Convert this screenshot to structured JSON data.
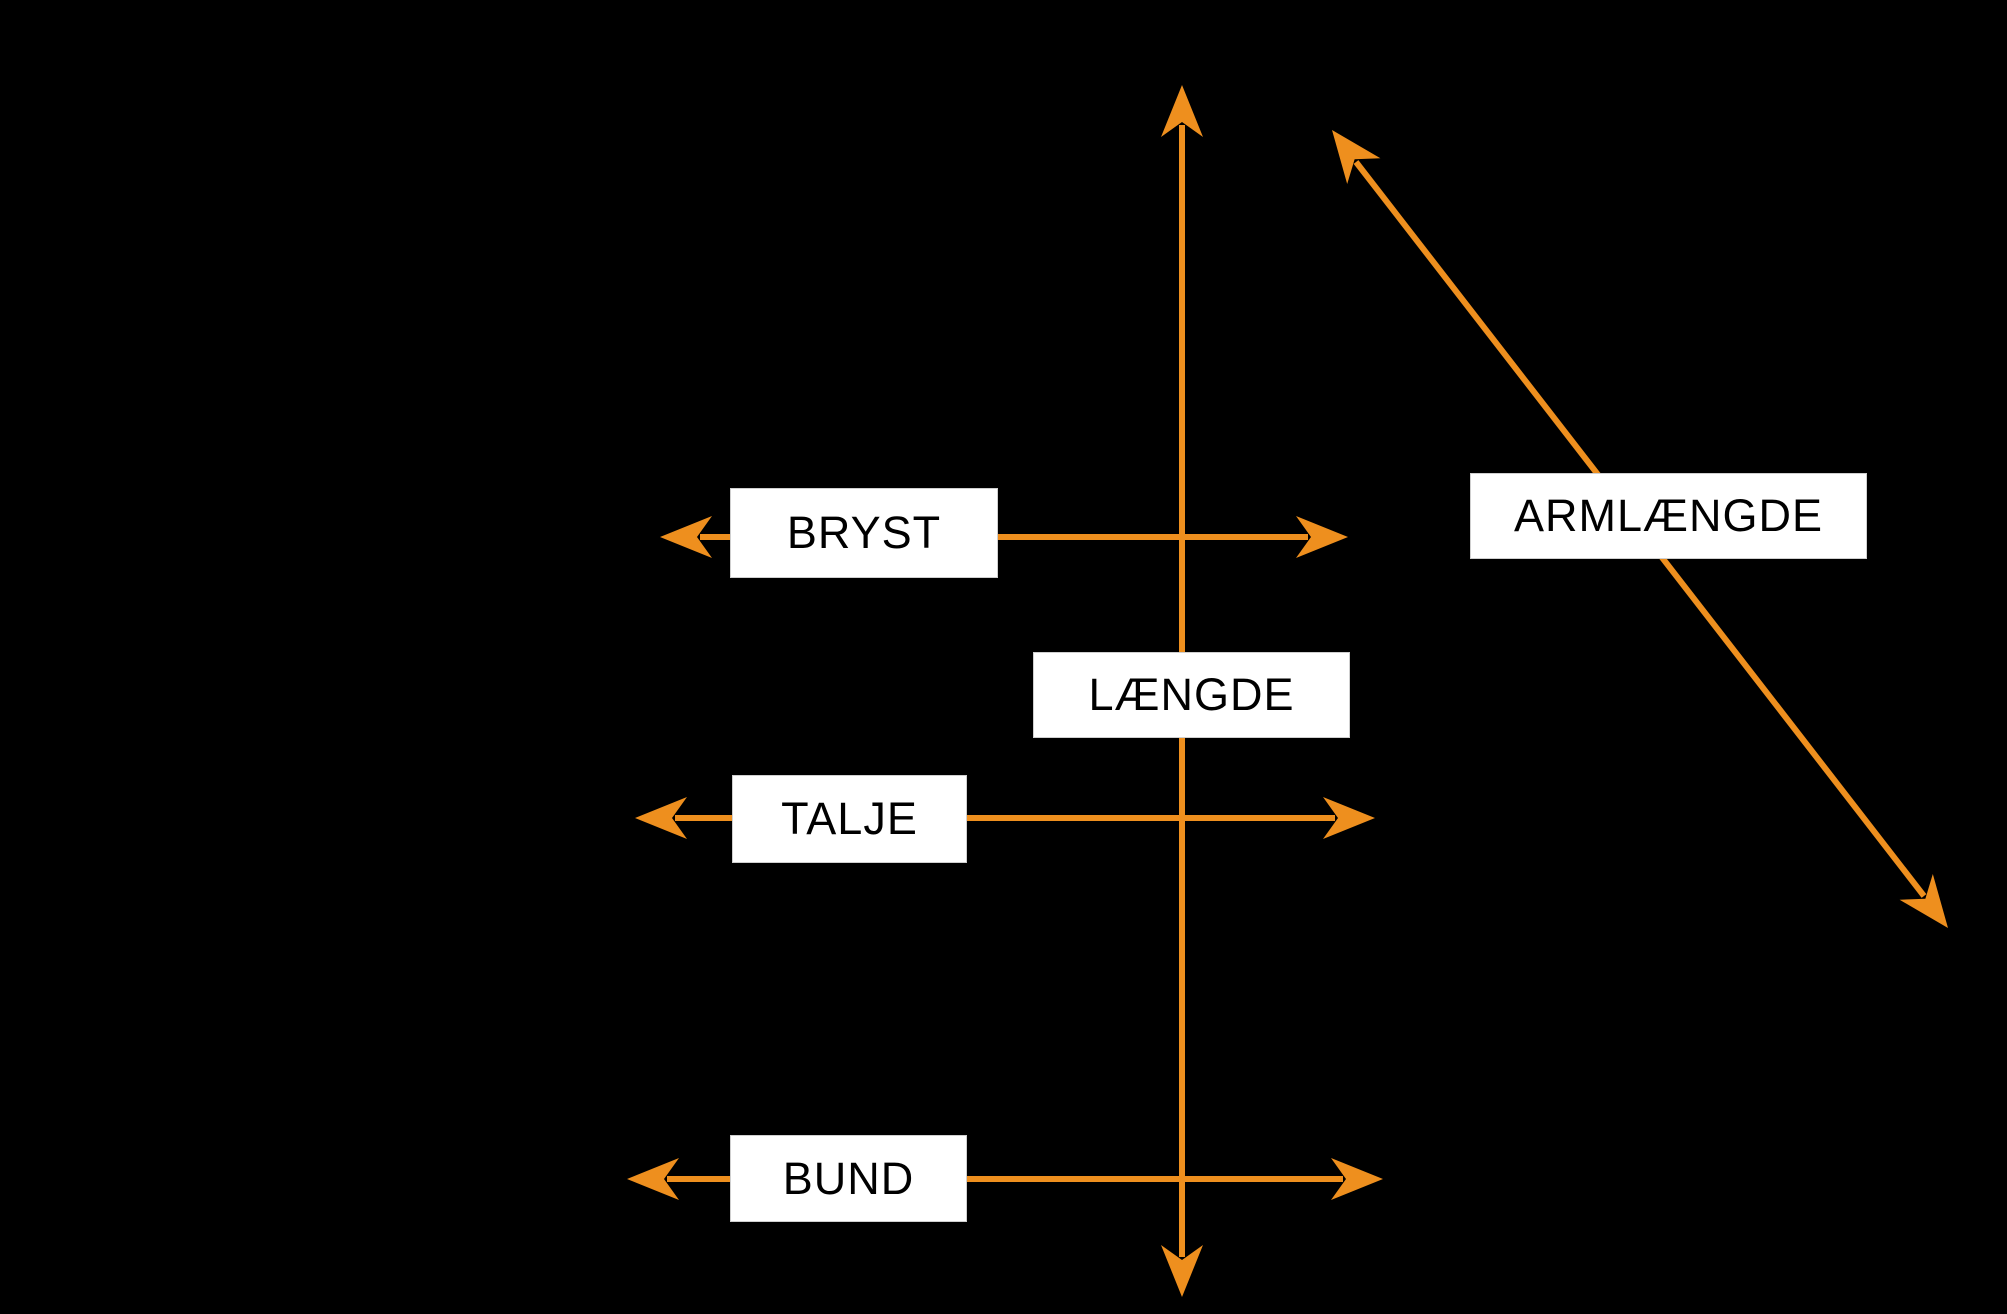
{
  "diagram": {
    "background_color": "#000000",
    "arrow_color": "#EE8F1E",
    "label_box_color": "#FFFFFF",
    "label_text_color": "#000000",
    "labels": {
      "bryst": "BRYST",
      "laengde": "LÆNGDE",
      "talje": "TALJE",
      "bund": "BUND",
      "armlaengde": "ARMLÆNGDE"
    },
    "arrows": [
      {
        "label": "BRYST",
        "direction": "horizontal",
        "style": "double-headed"
      },
      {
        "label": "LÆNGDE",
        "direction": "vertical",
        "style": "double-headed"
      },
      {
        "label": "TALJE",
        "direction": "horizontal",
        "style": "double-headed"
      },
      {
        "label": "BUND",
        "direction": "horizontal",
        "style": "double-headed"
      },
      {
        "label": "ARMLÆNGDE",
        "direction": "diagonal",
        "style": "double-headed"
      }
    ]
  }
}
